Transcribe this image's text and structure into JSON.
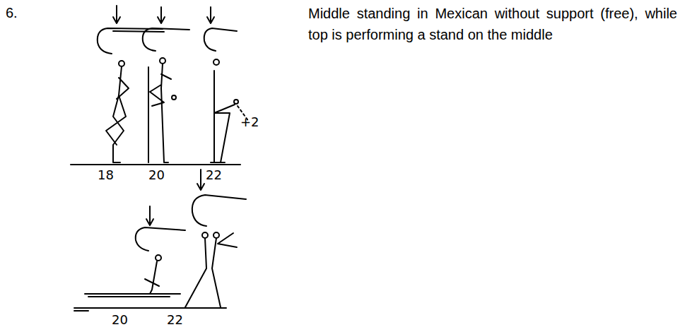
{
  "diagram": {
    "labels": [
      "6.",
      "Middle standing in Mexican without support (free), while top is performing a stand on the middle",
      "18",
      "20",
      "22",
      "+2",
      "20",
      "22"
    ]
  }
}
